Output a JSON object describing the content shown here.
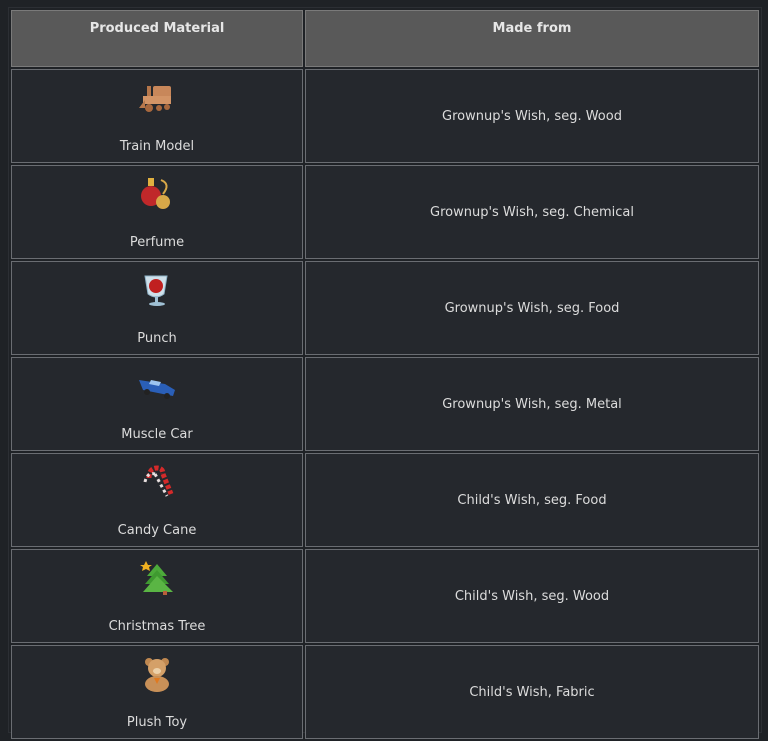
{
  "table": {
    "headers": [
      "Produced Material",
      "Made from"
    ],
    "rows": [
      {
        "material": "Train Model",
        "icon": "train-icon",
        "made_from": "Grownup's Wish, seg. Wood"
      },
      {
        "material": "Perfume",
        "icon": "perfume-icon",
        "made_from": "Grownup's Wish, seg. Chemical"
      },
      {
        "material": "Punch",
        "icon": "punch-icon",
        "made_from": "Grownup's Wish, seg. Food"
      },
      {
        "material": "Muscle Car",
        "icon": "car-icon",
        "made_from": "Grownup's Wish, seg. Metal"
      },
      {
        "material": "Candy Cane",
        "icon": "candy-cane-icon",
        "made_from": "Child's Wish, seg. Food"
      },
      {
        "material": "Christmas Tree",
        "icon": "christmas-tree-icon",
        "made_from": "Child's Wish, seg. Wood"
      },
      {
        "material": "Plush Toy",
        "icon": "teddy-bear-icon",
        "made_from": "Child's Wish, Fabric"
      }
    ]
  }
}
